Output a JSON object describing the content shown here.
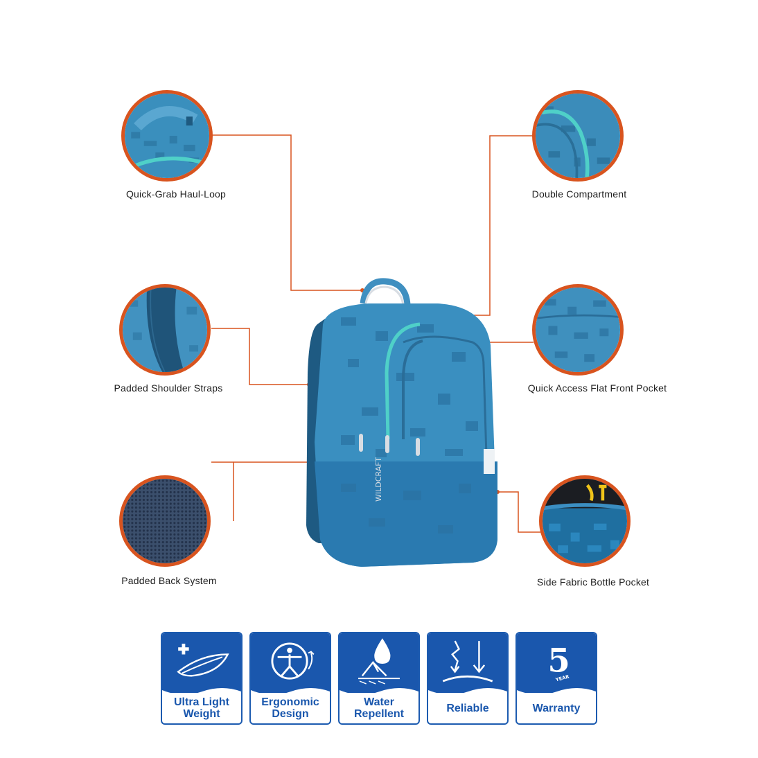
{
  "features": {
    "haul_loop": "Quick-Grab Haul-Loop",
    "double_compartment": "Double Compartment",
    "shoulder_straps": "Padded Shoulder Straps",
    "front_pocket": "Quick Access Flat Front Pocket",
    "back_system": "Padded Back System",
    "bottle_pocket": "Side Fabric Bottle Pocket"
  },
  "badges": {
    "ultra_light": "Ultra Light Weight",
    "ergonomic": "Ergonomic Design",
    "water": "Water Repellent",
    "reliable": "Reliable",
    "warranty": "Warranty",
    "warranty_years": "5",
    "warranty_unit": "YEAR"
  },
  "product": {
    "brand_text": "WILDCRAFT"
  },
  "colors": {
    "accent_orange": "#d8541f",
    "badge_blue": "#1a57ad",
    "bag_blue": "#2f86b4",
    "zip_teal": "#4fd0c8"
  }
}
